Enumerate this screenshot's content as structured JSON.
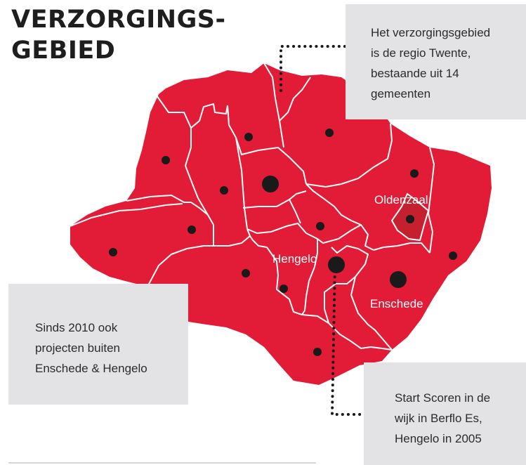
{
  "title": {
    "line1": "VERZORGINGS-",
    "line2": "GEBIED"
  },
  "info_top": {
    "lines": [
      "Het verzorgingsgebied",
      "is de regio Twente,",
      "bestaande uit 14",
      "gemeenten"
    ]
  },
  "info_left": {
    "lines": [
      "Sinds 2010 ook",
      "projecten buiten",
      "Enschede & Hengelo"
    ]
  },
  "info_bottom": {
    "lines": [
      "Start Scoren in de",
      "wijk in Berflo Es,",
      "Hengelo in 2005"
    ]
  },
  "map_labels": {
    "oldenzaal": "Oldenzaal",
    "hengelo": "Hengelo",
    "enschede": "Enschede"
  },
  "colors": {
    "region_fill": "#e21b36",
    "highlight_fill": "#c4202e",
    "border": "#ffffff",
    "dot": "#1a1a1a",
    "box_bg": "#e3e3e5"
  }
}
